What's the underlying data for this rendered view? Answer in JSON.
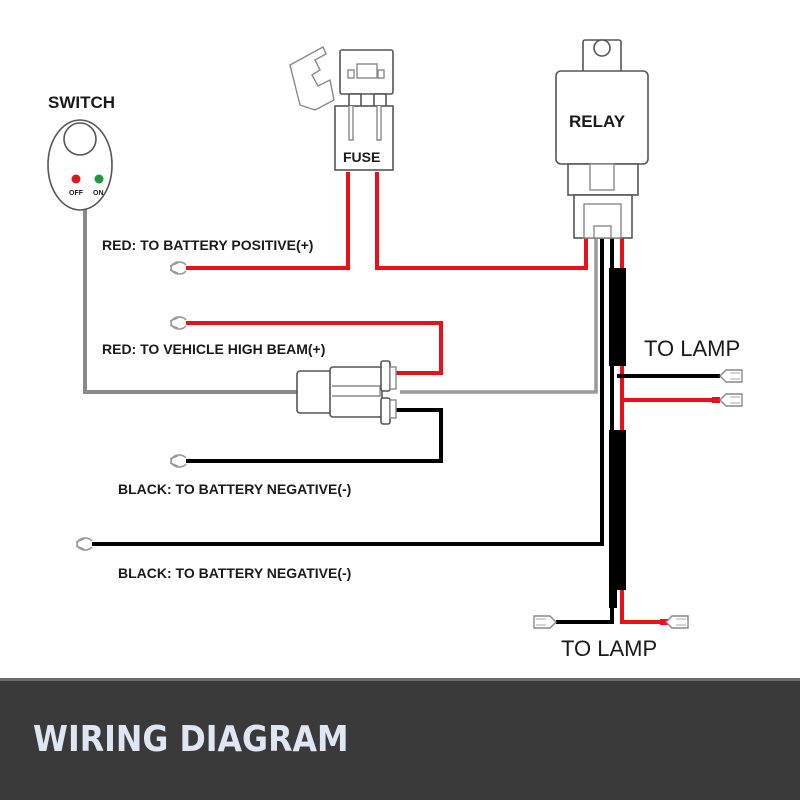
{
  "title": "WIRING DIAGRAM",
  "colors": {
    "positive_wire": "#e8101a",
    "negative_wire": "#000000",
    "signal_wire": "#8a8a8a",
    "footer_bg": "#3a3a3a",
    "footer_text": "#dde6f2",
    "led_off": "#e01818",
    "led_on": "#1a9a3a"
  },
  "components": {
    "switch": {
      "label": "SWITCH",
      "off_label": "OFF",
      "on_label": "ON"
    },
    "fuse": {
      "label": "FUSE"
    },
    "relay": {
      "label": "RELAY"
    }
  },
  "connections": [
    {
      "id": "battery-positive",
      "wire_color": "red",
      "label": "RED: TO BATTERY POSITIVE(+)"
    },
    {
      "id": "high-beam",
      "wire_color": "red",
      "label": "RED: TO VEHICLE HIGH BEAM(+)"
    },
    {
      "id": "battery-negative-1",
      "wire_color": "black",
      "label": "BLACK: TO BATTERY NEGATIVE(-)"
    },
    {
      "id": "battery-negative-2",
      "wire_color": "black",
      "label": "BLACK: TO BATTERY NEGATIVE(-)"
    },
    {
      "id": "lamp-1",
      "wire_color": "red/black",
      "label": "TO LAMP"
    },
    {
      "id": "lamp-2",
      "wire_color": "red/black",
      "label": "TO LAMP"
    }
  ]
}
